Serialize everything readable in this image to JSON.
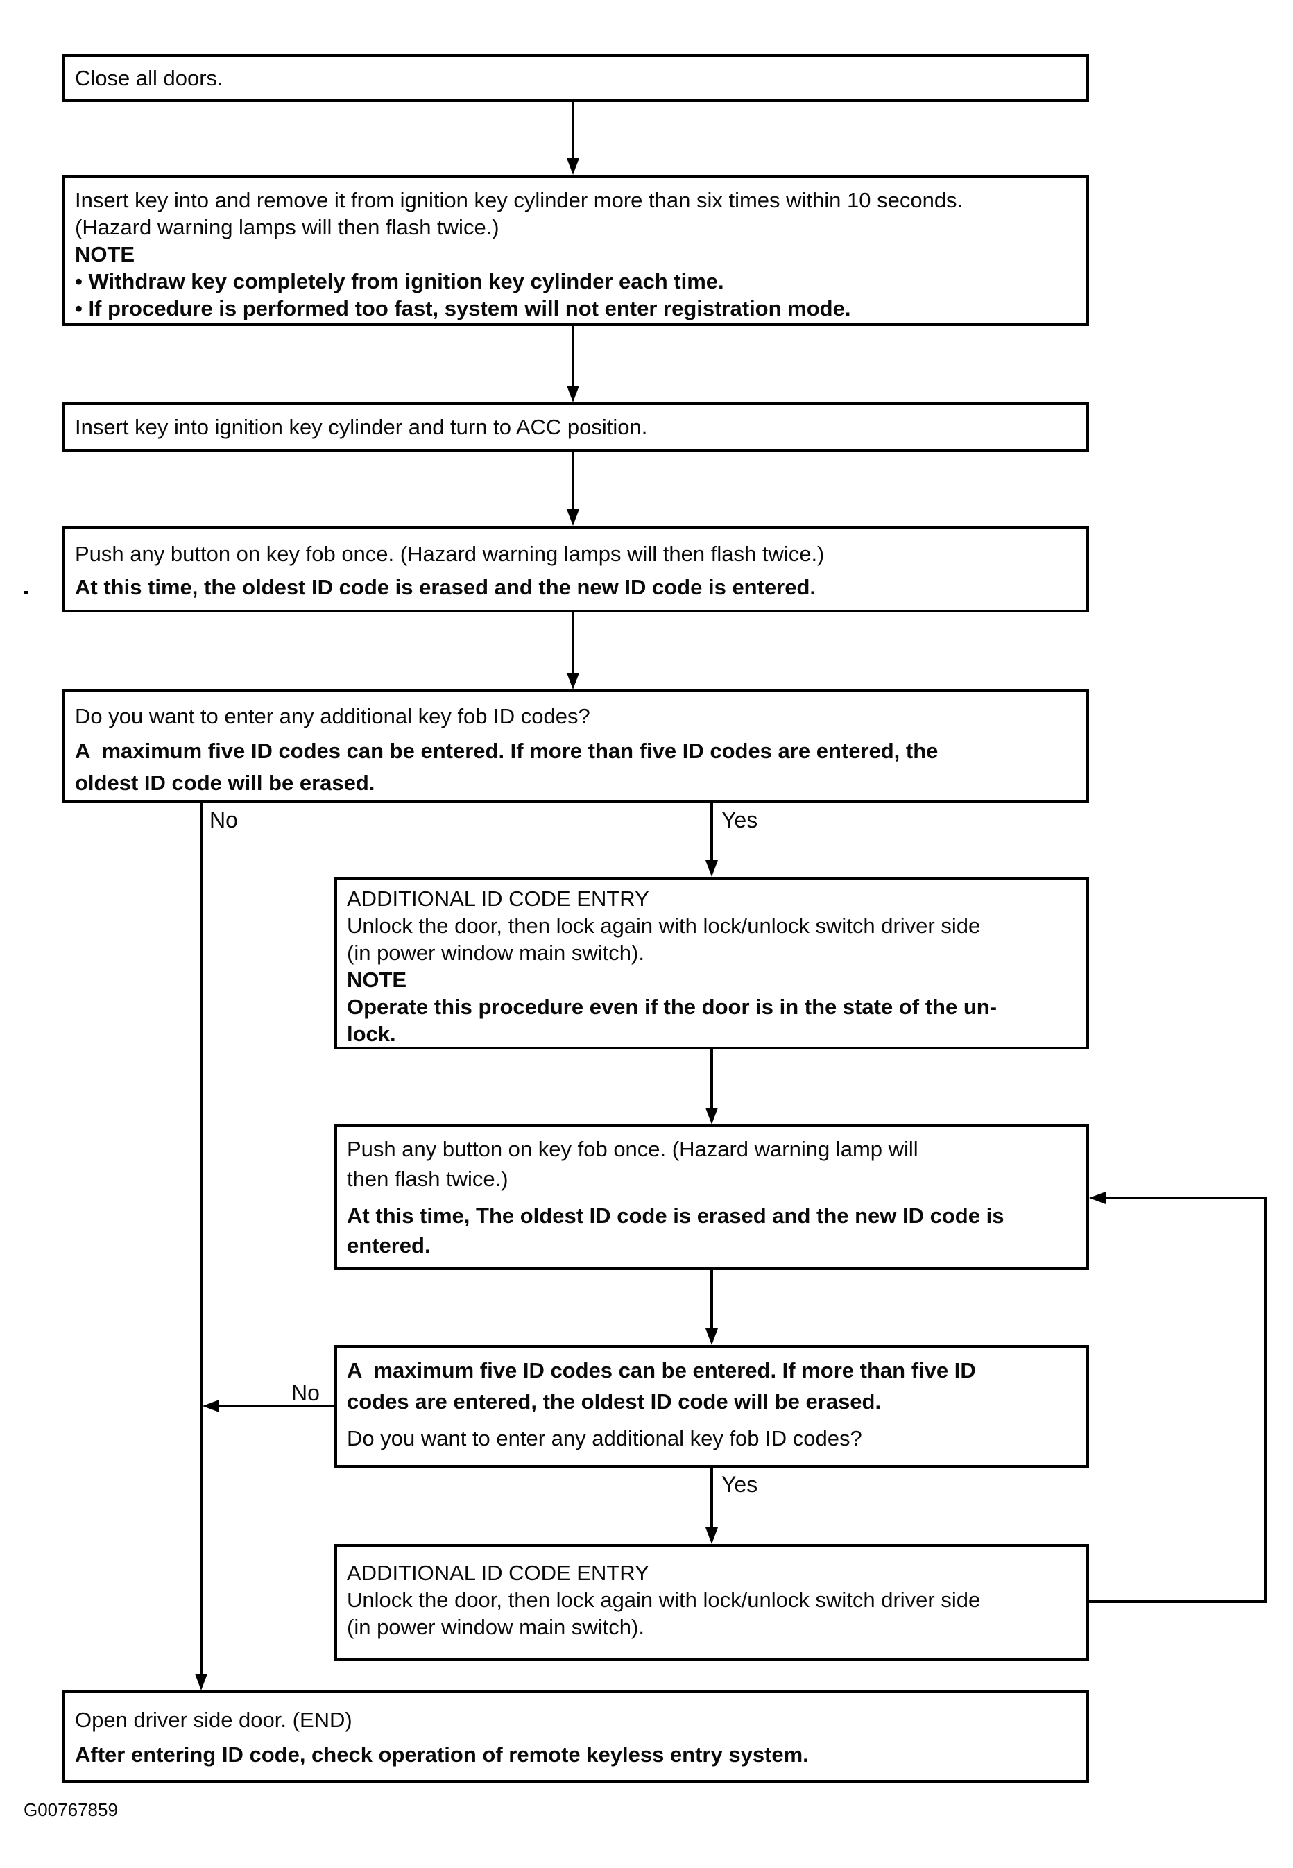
{
  "figure_code": "G00767859",
  "branches": {
    "no1": "No",
    "yes1": "Yes",
    "no2": "No",
    "yes2": "Yes"
  },
  "nodes": {
    "close_doors": {
      "lines": [
        {
          "text": "Close all doors.",
          "bold": false
        }
      ]
    },
    "insert_remove_key": {
      "lines": [
        {
          "text": "Insert key into and remove it from ignition key cylinder more than six times within 10 seconds.",
          "bold": false
        },
        {
          "text": "(Hazard warning lamps will then flash twice.)",
          "bold": false
        },
        {
          "text": "NOTE",
          "bold": true
        },
        {
          "text": "• Withdraw key completely from ignition key cylinder each time.",
          "bold": true
        },
        {
          "text": "• If procedure is performed too fast, system will not enter registration mode.",
          "bold": true
        }
      ]
    },
    "turn_to_acc": {
      "lines": [
        {
          "text": "Insert key into ignition key cylinder and turn to ACC position.",
          "bold": false
        }
      ]
    },
    "push_key_fob": {
      "lines": [
        {
          "text": "Push any button on key fob once. (Hazard warning lamps will then flash twice.)",
          "bold": false
        },
        {
          "text": "At this time, the oldest ID code is erased and the new ID code is entered.",
          "bold": true
        }
      ]
    },
    "additional_codes_q1": {
      "lines": [
        {
          "text": "Do you want to enter any additional key fob ID codes?",
          "bold": false
        },
        {
          "text": "A  maximum five ID codes can be entered. If more than five ID codes are entered, the",
          "bold": true
        },
        {
          "text": "oldest ID code will be erased.",
          "bold": true
        }
      ]
    },
    "additional_entry_1": {
      "lines": [
        {
          "text": "ADDITIONAL ID CODE ENTRY",
          "bold": false
        },
        {
          "text": "Unlock the door, then lock again with lock/unlock switch driver side",
          "bold": false
        },
        {
          "text": "(in power window main switch).",
          "bold": false
        },
        {
          "text": "NOTE",
          "bold": true
        },
        {
          "text": "Operate this procedure even if the door is in the state of the un-",
          "bold": true
        },
        {
          "text": "lock.",
          "bold": true
        }
      ]
    },
    "push_key_fob_2": {
      "lines": [
        {
          "text": "Push any button on key fob once. (Hazard warning lamp will",
          "bold": false
        },
        {
          "text": "then flash twice.)",
          "bold": false
        },
        {
          "text": "At this time, The oldest ID code is erased and the new ID code is",
          "bold": true
        },
        {
          "text": "entered.",
          "bold": true
        }
      ]
    },
    "additional_codes_q2": {
      "lines": [
        {
          "text": "A  maximum five ID codes can be entered. If more than five ID",
          "bold": true
        },
        {
          "text": "codes are entered, the oldest ID code will be erased.",
          "bold": true
        },
        {
          "text": "Do you want to enter any additional key fob ID codes?",
          "bold": false
        }
      ]
    },
    "additional_entry_2": {
      "lines": [
        {
          "text": "ADDITIONAL ID CODE ENTRY",
          "bold": false
        },
        {
          "text": "Unlock the door, then lock again with lock/unlock switch driver side",
          "bold": false
        },
        {
          "text": "(in power window main switch).",
          "bold": false
        }
      ]
    },
    "open_driver_door": {
      "lines": [
        {
          "text": "Open driver side door. (END)",
          "bold": false
        },
        {
          "text": "After entering ID code, check operation of remote keyless entry system.",
          "bold": true
        }
      ]
    }
  }
}
